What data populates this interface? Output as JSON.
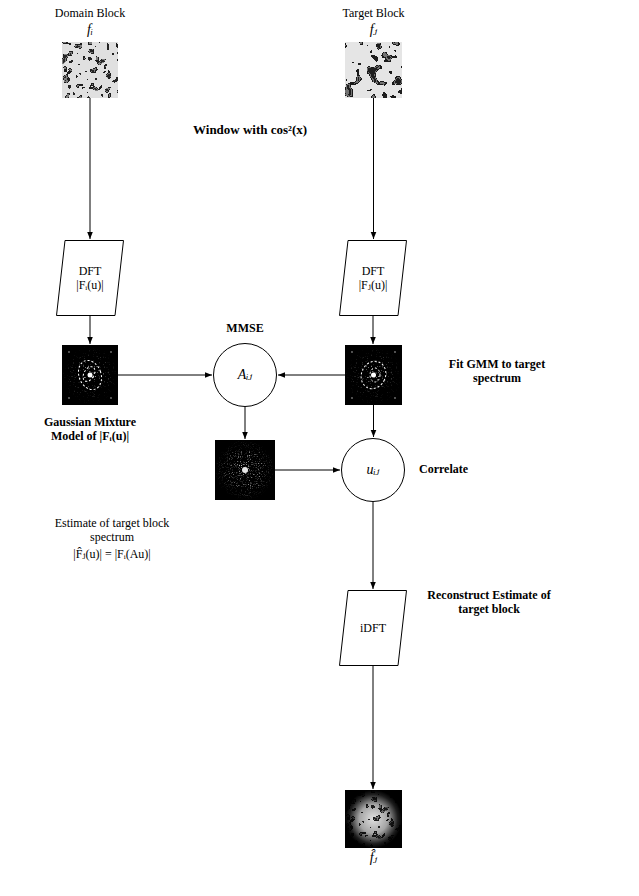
{
  "diagram": {
    "nodes": [
      {
        "text": [
          "Domain Block",
          "fᵢ"
        ]
      },
      {
        "text": [
          "Target Block",
          "fⱼ"
        ]
      },
      {
        "text": [
          "DFT",
          "|Fᵢ(u)|"
        ]
      },
      {
        "text": [
          "DFT",
          "|Fⱼ(u)|"
        ]
      },
      {
        "text": [
          "Gaussian Mixture Model of |Fᵢ(u)|"
        ]
      },
      {
        "text": [
          "MMSE",
          "Aᵢⱼ"
        ]
      },
      {
        "text": [
          "Fit GMM to target spectrum"
        ]
      },
      {
        "text": [
          "Estimate of target block spectrum",
          "|F̂ⱼ(u)| = |Fᵢ(Au)|"
        ]
      },
      {
        "text": [
          "uᵢⱼ",
          "Correlate"
        ]
      },
      {
        "text": [
          "iDFT",
          "Reconstruct Estimate of target block"
        ]
      },
      {
        "text": [
          "f̂ⱼ"
        ]
      }
    ],
    "edges": [
      {
        "from": 0,
        "to": 2,
        "arrow": "to"
      },
      {
        "from": 1,
        "to": 3,
        "arrow": "to"
      },
      {
        "from": 2,
        "to": 4,
        "arrow": "to"
      },
      {
        "from": 3,
        "to": 6,
        "arrow": "to"
      },
      {
        "from": 4,
        "to": 5,
        "arrow": "to"
      },
      {
        "from": 6,
        "to": 5,
        "arrow": "to"
      },
      {
        "from": 5,
        "to": 7,
        "arrow": "to"
      },
      {
        "from": 6,
        "to": 8,
        "arrow": "to"
      },
      {
        "from": 7,
        "to": 8,
        "arrow": "to"
      },
      {
        "from": 8,
        "to": 9,
        "arrow": "to"
      },
      {
        "from": 9,
        "to": 10,
        "arrow": "to"
      }
    ],
    "labels": [
      "Window with cos²(x)"
    ]
  }
}
